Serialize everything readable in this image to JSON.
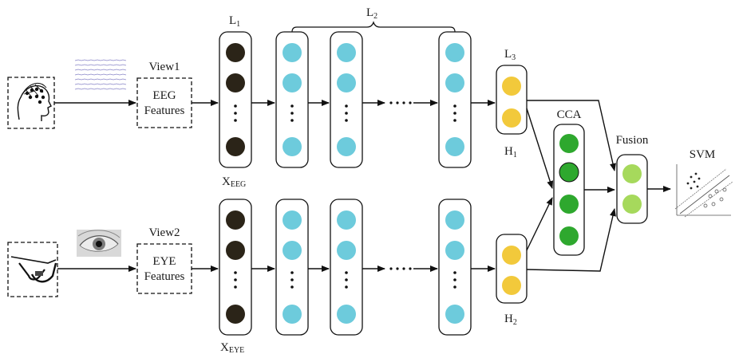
{
  "views": {
    "view1": "View1",
    "view2": "View2"
  },
  "features": {
    "eeg_line1": "EEG",
    "eeg_line2": "Features",
    "eye_line1": "EYE",
    "eye_line2": "Features"
  },
  "layers": {
    "l1_main": "L",
    "l1_sub": "1",
    "l2_main": "L",
    "l2_sub": "2",
    "l3_main": "L",
    "l3_sub": "3",
    "h1_main": "H",
    "h1_sub": "1",
    "h2_main": "H",
    "h2_sub": "2"
  },
  "inputs": {
    "x_eeg_main": "X",
    "x_eeg_sub": "EEG",
    "x_eye_main": "X",
    "x_eye_sub": "EYE"
  },
  "blocks": {
    "cca": "CCA",
    "fusion": "Fusion",
    "svm": "SVM"
  },
  "colors": {
    "input_node": "#2b2418",
    "hidden_node": "#6dcbdc",
    "output_node": "#f2c93b",
    "cca_node": "#2ea82e",
    "fusion_node": "#a6d95c"
  },
  "icons": {
    "eeg_source": "eeg-head-icon",
    "eeg_signal": "eeg-wave-icon",
    "eye_source": "eye-tracking-glasses-icon",
    "eye_image": "eye-photo-icon",
    "svm": "svm-plot-icon"
  }
}
